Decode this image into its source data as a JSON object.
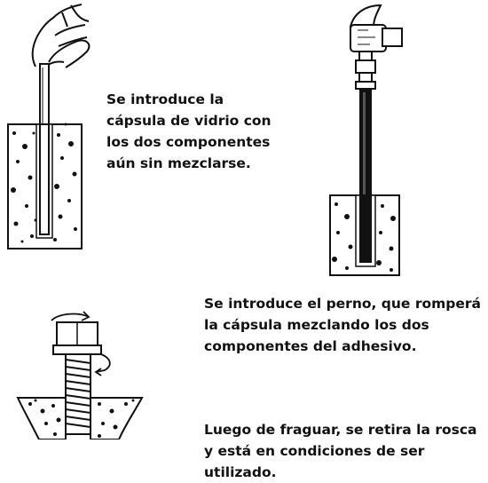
{
  "captions": {
    "step1": [
      "Se introduce la",
      "cápsula de vidrio con",
      "los dos componentes",
      "aún sin mezclarse."
    ],
    "step2": [
      "Se introduce el perno,  que romperá",
      "la cápsula mezclando los dos",
      "componentes del adhesivo."
    ],
    "step3": [
      "Luego de fraguar, se retira la rosca",
      "y está en condiciones de ser",
      "utilizado."
    ]
  },
  "colors": {
    "ink": "#111111",
    "background": "#ffffff"
  },
  "icons": [
    "hand-holding-capsule",
    "hammer-driving-bolt",
    "nut-and-threaded-rod"
  ]
}
